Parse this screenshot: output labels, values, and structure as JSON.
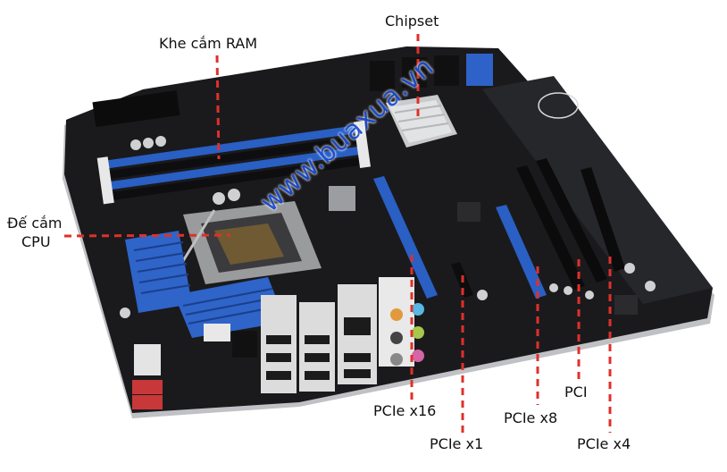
{
  "labels": {
    "ram": "Khe cắm RAM",
    "chipset": "Chipset",
    "cpu_line1": "Đế cắm",
    "cpu_line2": "CPU",
    "pcie_x16": "PCIe x16",
    "pcie_x1": "PCIe x1",
    "pcie_x8": "PCIe x8",
    "pci": "PCI",
    "pcie_x4": "PCIe x4"
  },
  "watermark": "www.buaxua.vn",
  "colors": {
    "pointer": "#e0302a",
    "board": "#1a1a1d",
    "slot_blue": "#2a5fc4",
    "watermark": "#1f4fd1"
  }
}
